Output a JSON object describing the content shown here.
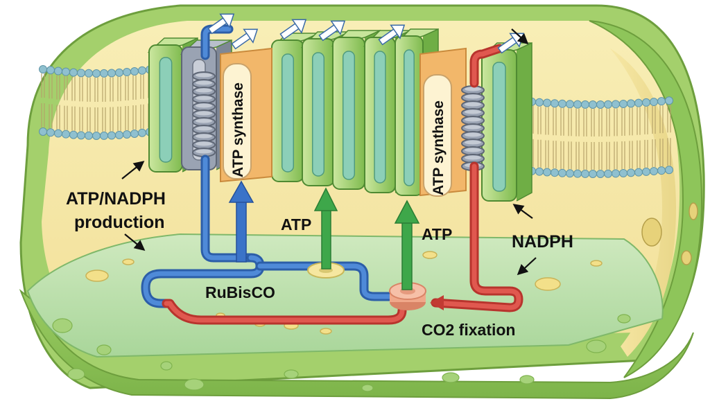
{
  "labels": {
    "atp_nadph_line1": "ATP/NADPH",
    "atp_nadph_line2": "production",
    "atp_synthase_left": "ATP synthase",
    "atp_synthase_right": "ATP synthase",
    "atp_center": "ATP",
    "atp_right": "ATP",
    "nadph": "NADPH",
    "rubisco": "RuBisCO",
    "co2_fixation": "CO2 fixation"
  },
  "colors": {
    "outer_membrane": "#8cc255",
    "stroma": "#f6e9a8",
    "thylakoid_light": "#b9dd8a",
    "thylakoid_dark": "#6fae45",
    "thylakoid_inner": "#8ccfb8",
    "atp_synthase": "#f2b76a",
    "atp_synthase_label_bg": "#fdf3d2",
    "complex_gray": "#9aa3b3",
    "lipid_head": "#8fc0cf",
    "pipe_blue": "#3a73c8",
    "pipe_red": "#d94b43",
    "arrow_green": "#3ea74a",
    "stroma_floor": "#bfe0b4",
    "co2_disc": "#f0a88a"
  },
  "icons": [
    "up-right-arrow-icon",
    "up-arrow-icon",
    "pointer-arrow-icon",
    "coil-complex-icon"
  ]
}
